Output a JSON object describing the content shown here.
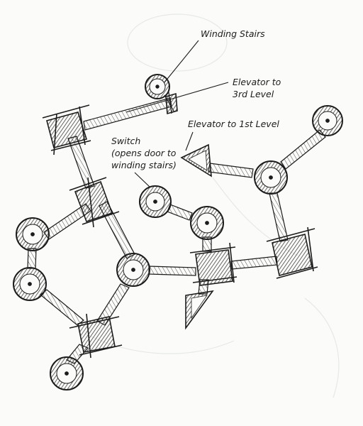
{
  "labels": {
    "winding_stairs": "Winding Stairs",
    "elevator_3rd_line1": "Elevator to",
    "elevator_3rd_line2": "3rd Level",
    "elevator_1st": "Elevator to 1st Level",
    "switch_line1": "Switch",
    "switch_line2": "(opens door to",
    "switch_line3": "winding stairs)"
  },
  "colors": {
    "ink": "#1c1c1c",
    "paper": "#fbfbf9",
    "faint": "#e9ece9"
  }
}
